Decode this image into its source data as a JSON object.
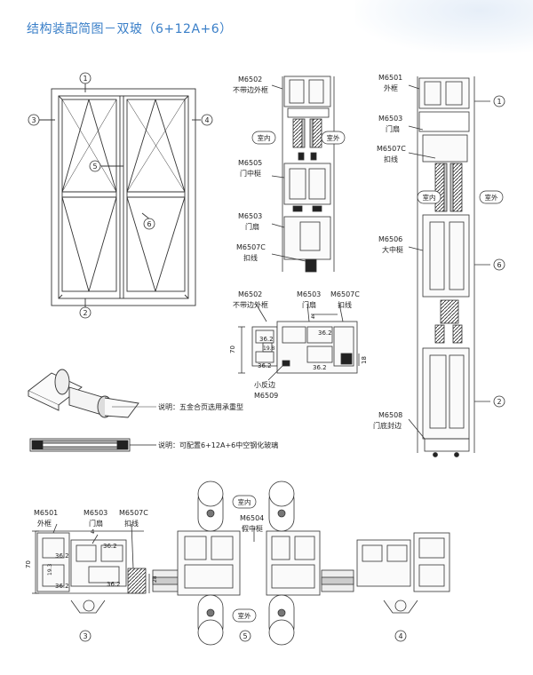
{
  "title": "结构装配简图－双玻（6+12A+6）",
  "circle_labels": {
    "c1": "1",
    "c2": "2",
    "c3": "3",
    "c4": "4",
    "c5": "5",
    "c6": "6"
  },
  "parts": {
    "m6501": {
      "code": "M6501",
      "name": "外框"
    },
    "m6502": {
      "code": "M6502",
      "name": "不带边外框"
    },
    "m6503": {
      "code": "M6503",
      "name": "门扇"
    },
    "m6504": {
      "code": "M6504",
      "name": "假中梃"
    },
    "m6505": {
      "code": "M6505",
      "name": "门中梃"
    },
    "m6506": {
      "code": "M6506",
      "name": "大中梃"
    },
    "m6507c": {
      "code": "M6507C",
      "name": "扣线"
    },
    "m6508": {
      "code": "M6508",
      "name": "门底封边"
    },
    "m6509": {
      "code": "M6509",
      "name": "小反边"
    }
  },
  "sides": {
    "indoor": "室内",
    "outdoor": "室外"
  },
  "dims": {
    "d36_2": "36.2",
    "d19_8": "19.8",
    "d70": "70",
    "d4": "4",
    "d28": "28",
    "d19_3": "19.3",
    "d18": "18"
  },
  "notes": {
    "hinge": "说明：五金合页选用承重型",
    "glass": "说明：可配置6+12A+6中空钢化玻璃"
  }
}
